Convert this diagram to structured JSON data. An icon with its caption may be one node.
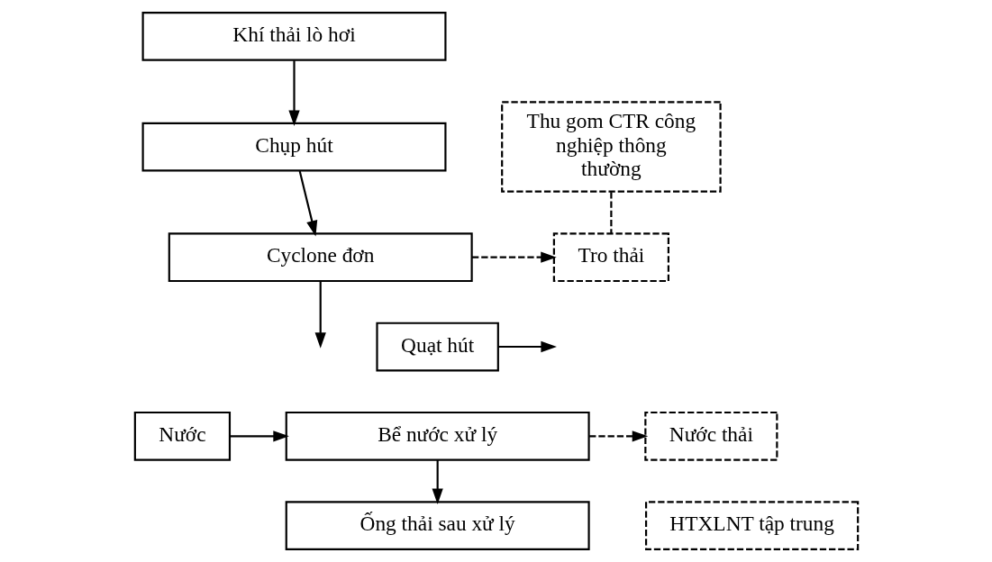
{
  "diagram": {
    "nodes": [
      {
        "text": [
          "Khí thải lò hơi"
        ]
      },
      {
        "text": [
          "Chụp hút"
        ]
      },
      {
        "text": [
          "Thu gom CTR công nghiệp thông thường"
        ]
      },
      {
        "text": [
          "Cyclone đơn"
        ]
      },
      {
        "text": [
          "Tro thải"
        ]
      },
      {
        "text": [
          "Quạt hút"
        ]
      },
      {
        "text": [
          "Nước"
        ]
      },
      {
        "text": [
          "Bể nước xử lý"
        ]
      },
      {
        "text": [
          "Nước thải"
        ]
      },
      {
        "text": [
          "Ống thải sau xử lý"
        ]
      },
      {
        "text": [
          "HTXLNT tập trung"
        ]
      }
    ],
    "edges": [
      {
        "from": 0,
        "to": 1,
        "arrow": "to"
      },
      {
        "from": 1,
        "to": 3,
        "arrow": "to"
      },
      {
        "from": 3,
        "to": 4,
        "arrow": "to",
        "style": "dashed"
      },
      {
        "from": 2,
        "to": 4,
        "arrow": "none",
        "style": "dashed"
      },
      {
        "from": 3,
        "to": null,
        "arrow": "to"
      },
      {
        "from": 5,
        "to": null,
        "arrow": "to"
      },
      {
        "from": 6,
        "to": 7,
        "arrow": "to"
      },
      {
        "from": 7,
        "to": 8,
        "arrow": "to",
        "style": "dashed"
      },
      {
        "from": 7,
        "to": 9,
        "arrow": "to"
      }
    ]
  }
}
